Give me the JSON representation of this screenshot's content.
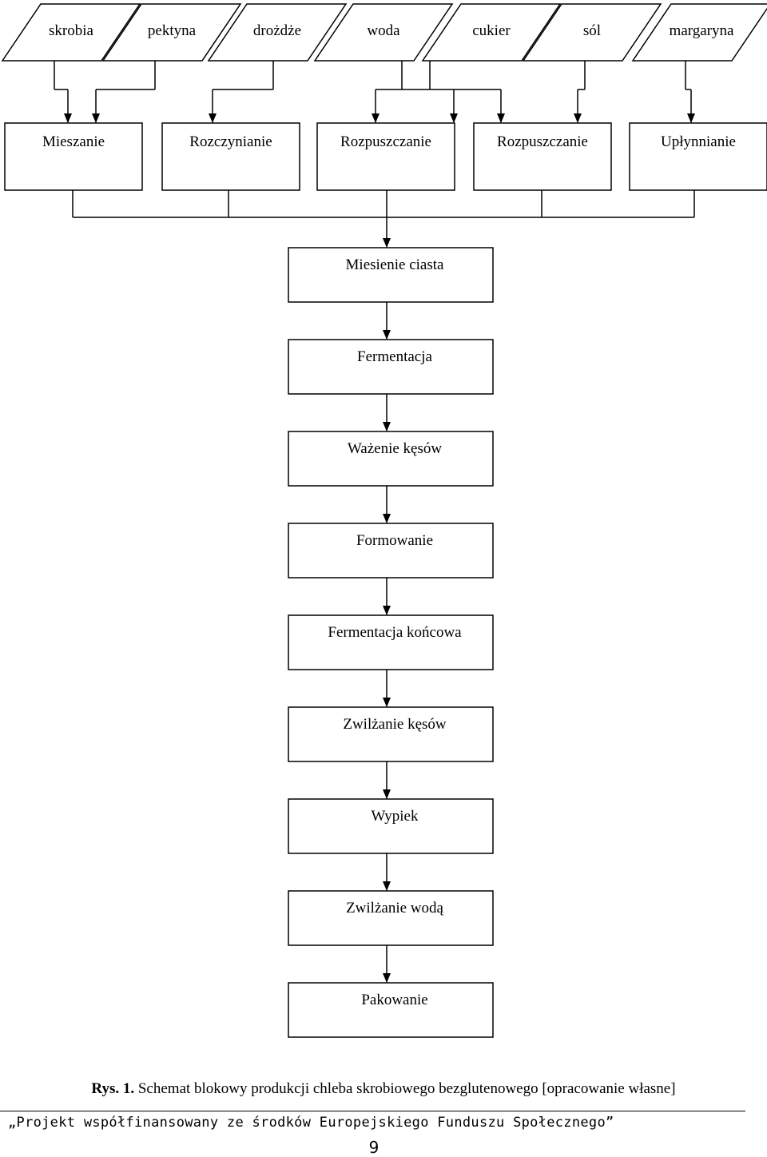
{
  "ingredients": [
    "skrobia",
    "pektyna",
    "drożdże",
    "woda",
    "cukier",
    "sól",
    "margaryna"
  ],
  "prep_steps": [
    "Mieszanie",
    "Rozczynianie",
    "Rozpuszczanie",
    "Rozpuszczanie",
    "Upłynnianie"
  ],
  "process_steps": [
    "Miesienie ciasta",
    "Fermentacja",
    "Ważenie kęsów",
    "Formowanie",
    "Fermentacja końcowa",
    "Zwilżanie kęsów",
    "Wypiek",
    "Zwilżanie wodą",
    "Pakowanie"
  ],
  "caption": {
    "label": "Rys. 1.",
    "text": "Schemat blokowy produkcji chleba skrobiowego bezglutenowego [opracowanie własne]"
  },
  "footer": {
    "text": "„Projekt współfinansowany ze środków Europejskiego Funduszu Społecznego”",
    "page_number": "9"
  }
}
